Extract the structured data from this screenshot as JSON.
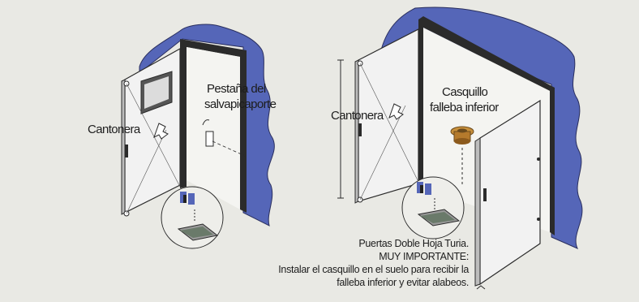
{
  "labels": {
    "left_cantonera": "Cantonera",
    "pestana_line1": "Pestaña del",
    "pestana_line2": "salvapicaporte",
    "right_cantonera": "Cantonera",
    "casquillo_line1": "Casquillo",
    "casquillo_line2": "falleba inferior"
  },
  "note": {
    "line1": "Puertas Doble Hoja Turia.",
    "line2": "MUY IMPORTANTE:",
    "line3": "Instalar el casquillo en el suelo para recibir la",
    "line4": "falleba inferior y evitar alabeos."
  },
  "colors": {
    "wall": "#5566b8",
    "wall_edge": "#2a2f5e",
    "frame": "#2b2b2b",
    "door": "#f2f2f2",
    "casquillo": "#c8903c"
  }
}
